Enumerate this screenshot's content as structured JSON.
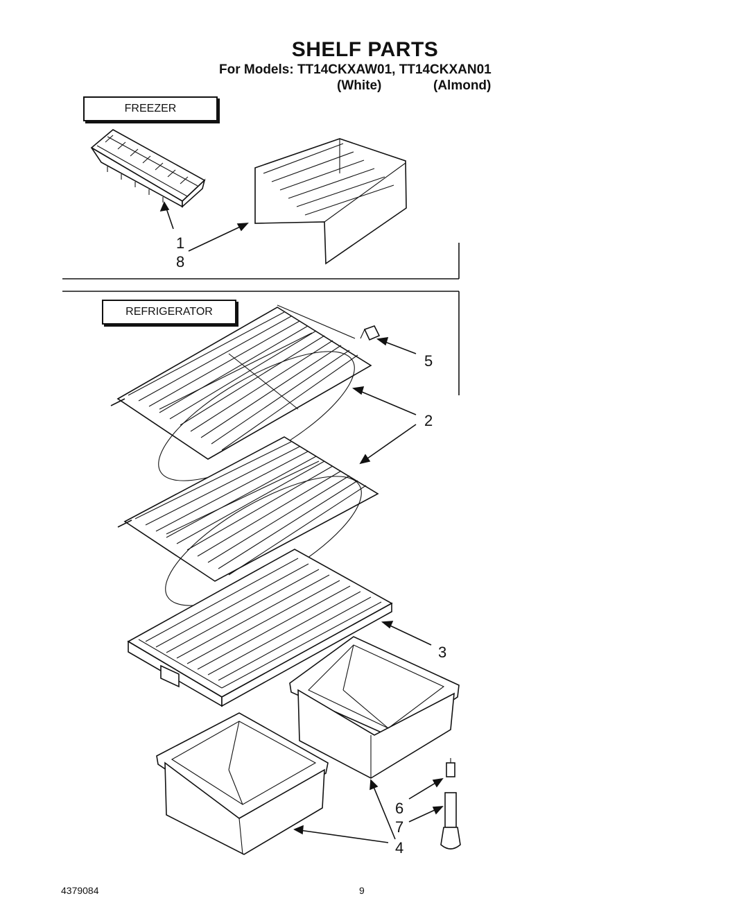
{
  "header": {
    "title": "SHELF PARTS",
    "models_line": "For Models: TT14CKXAW01, TT14CKXAN01",
    "variant_white": "(White)",
    "variant_almond": "(Almond)"
  },
  "sections": {
    "freezer": "FREEZER",
    "refrigerator": "REFRIGERATOR"
  },
  "callouts": {
    "c1": "1",
    "c8": "8",
    "c5": "5",
    "c2": "2",
    "c3": "3",
    "c6": "6",
    "c7": "7",
    "c4": "4"
  },
  "footer": {
    "doc_number": "4379084",
    "page_number": "9"
  }
}
